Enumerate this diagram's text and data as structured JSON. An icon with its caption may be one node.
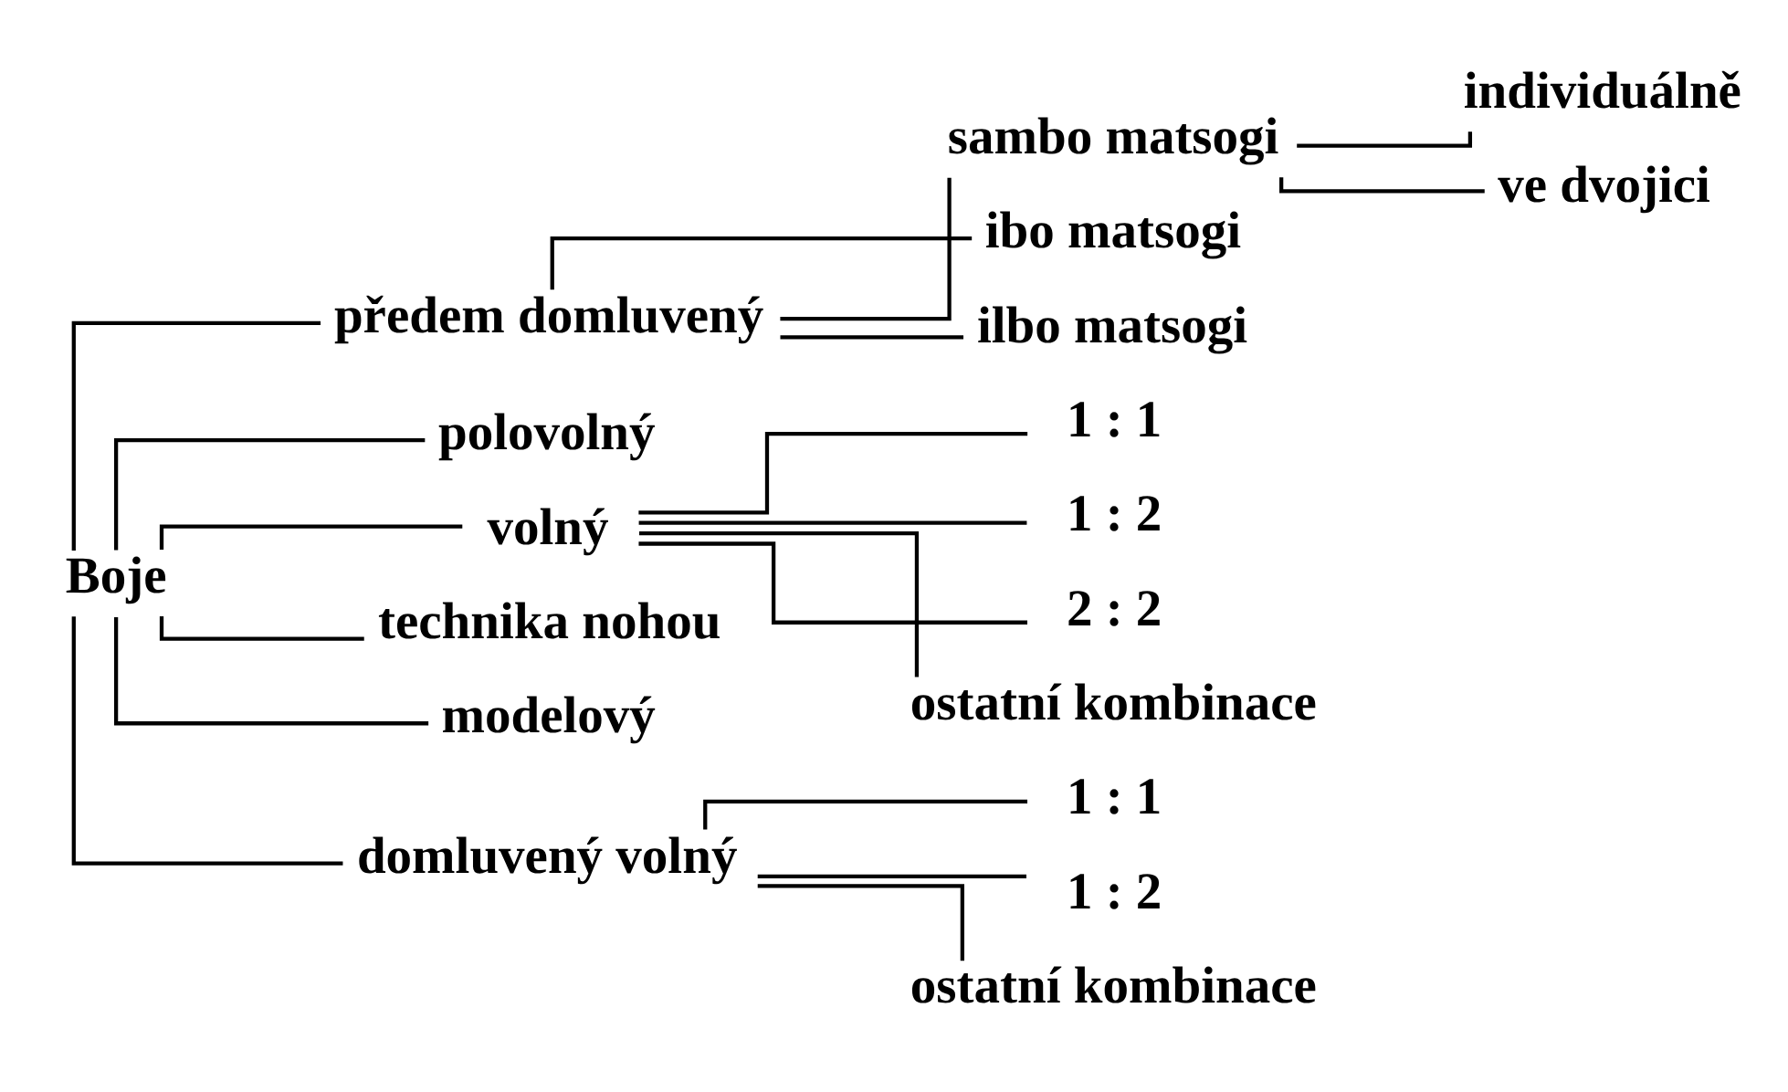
{
  "diagram": {
    "nodes": [
      {
        "text": [
          "Boje"
        ]
      },
      {
        "text": [
          "předem domluvený"
        ]
      },
      {
        "text": [
          "sambo matsogi"
        ]
      },
      {
        "text": [
          "individuálně"
        ]
      },
      {
        "text": [
          "ve dvojici"
        ]
      },
      {
        "text": [
          "ibo matsogi"
        ]
      },
      {
        "text": [
          "ilbo matsogi"
        ]
      },
      {
        "text": [
          "polovolný"
        ]
      },
      {
        "text": [
          "volný"
        ]
      },
      {
        "text": [
          "1 : 1"
        ]
      },
      {
        "text": [
          "1 : 2"
        ]
      },
      {
        "text": [
          "2 : 2"
        ]
      },
      {
        "text": [
          "ostatní kombinace"
        ]
      },
      {
        "text": [
          "technika nohou"
        ]
      },
      {
        "text": [
          "modelový"
        ]
      },
      {
        "text": [
          "domluvený volný"
        ]
      },
      {
        "text": [
          "1 : 1"
        ]
      },
      {
        "text": [
          "1 : 2"
        ]
      },
      {
        "text": [
          "ostatní kombinace"
        ]
      }
    ],
    "edges": [
      {
        "from": 0,
        "to": 1,
        "arrow": "none"
      },
      {
        "from": 1,
        "to": 2,
        "arrow": "none"
      },
      {
        "from": 2,
        "to": 3,
        "arrow": "none"
      },
      {
        "from": 2,
        "to": 4,
        "arrow": "none"
      },
      {
        "from": 1,
        "to": 5,
        "arrow": "none"
      },
      {
        "from": 1,
        "to": 6,
        "arrow": "none"
      },
      {
        "from": 0,
        "to": 7,
        "arrow": "none"
      },
      {
        "from": 0,
        "to": 8,
        "arrow": "none"
      },
      {
        "from": 8,
        "to": 9,
        "arrow": "none"
      },
      {
        "from": 8,
        "to": 10,
        "arrow": "none"
      },
      {
        "from": 8,
        "to": 11,
        "arrow": "none"
      },
      {
        "from": 8,
        "to": 12,
        "arrow": "none"
      },
      {
        "from": 0,
        "to": 13,
        "arrow": "none"
      },
      {
        "from": 0,
        "to": 14,
        "arrow": "none"
      },
      {
        "from": 0,
        "to": 15,
        "arrow": "none"
      },
      {
        "from": 15,
        "to": 16,
        "arrow": "none"
      },
      {
        "from": 15,
        "to": 17,
        "arrow": "none"
      },
      {
        "from": 15,
        "to": 18,
        "arrow": "none"
      }
    ]
  }
}
